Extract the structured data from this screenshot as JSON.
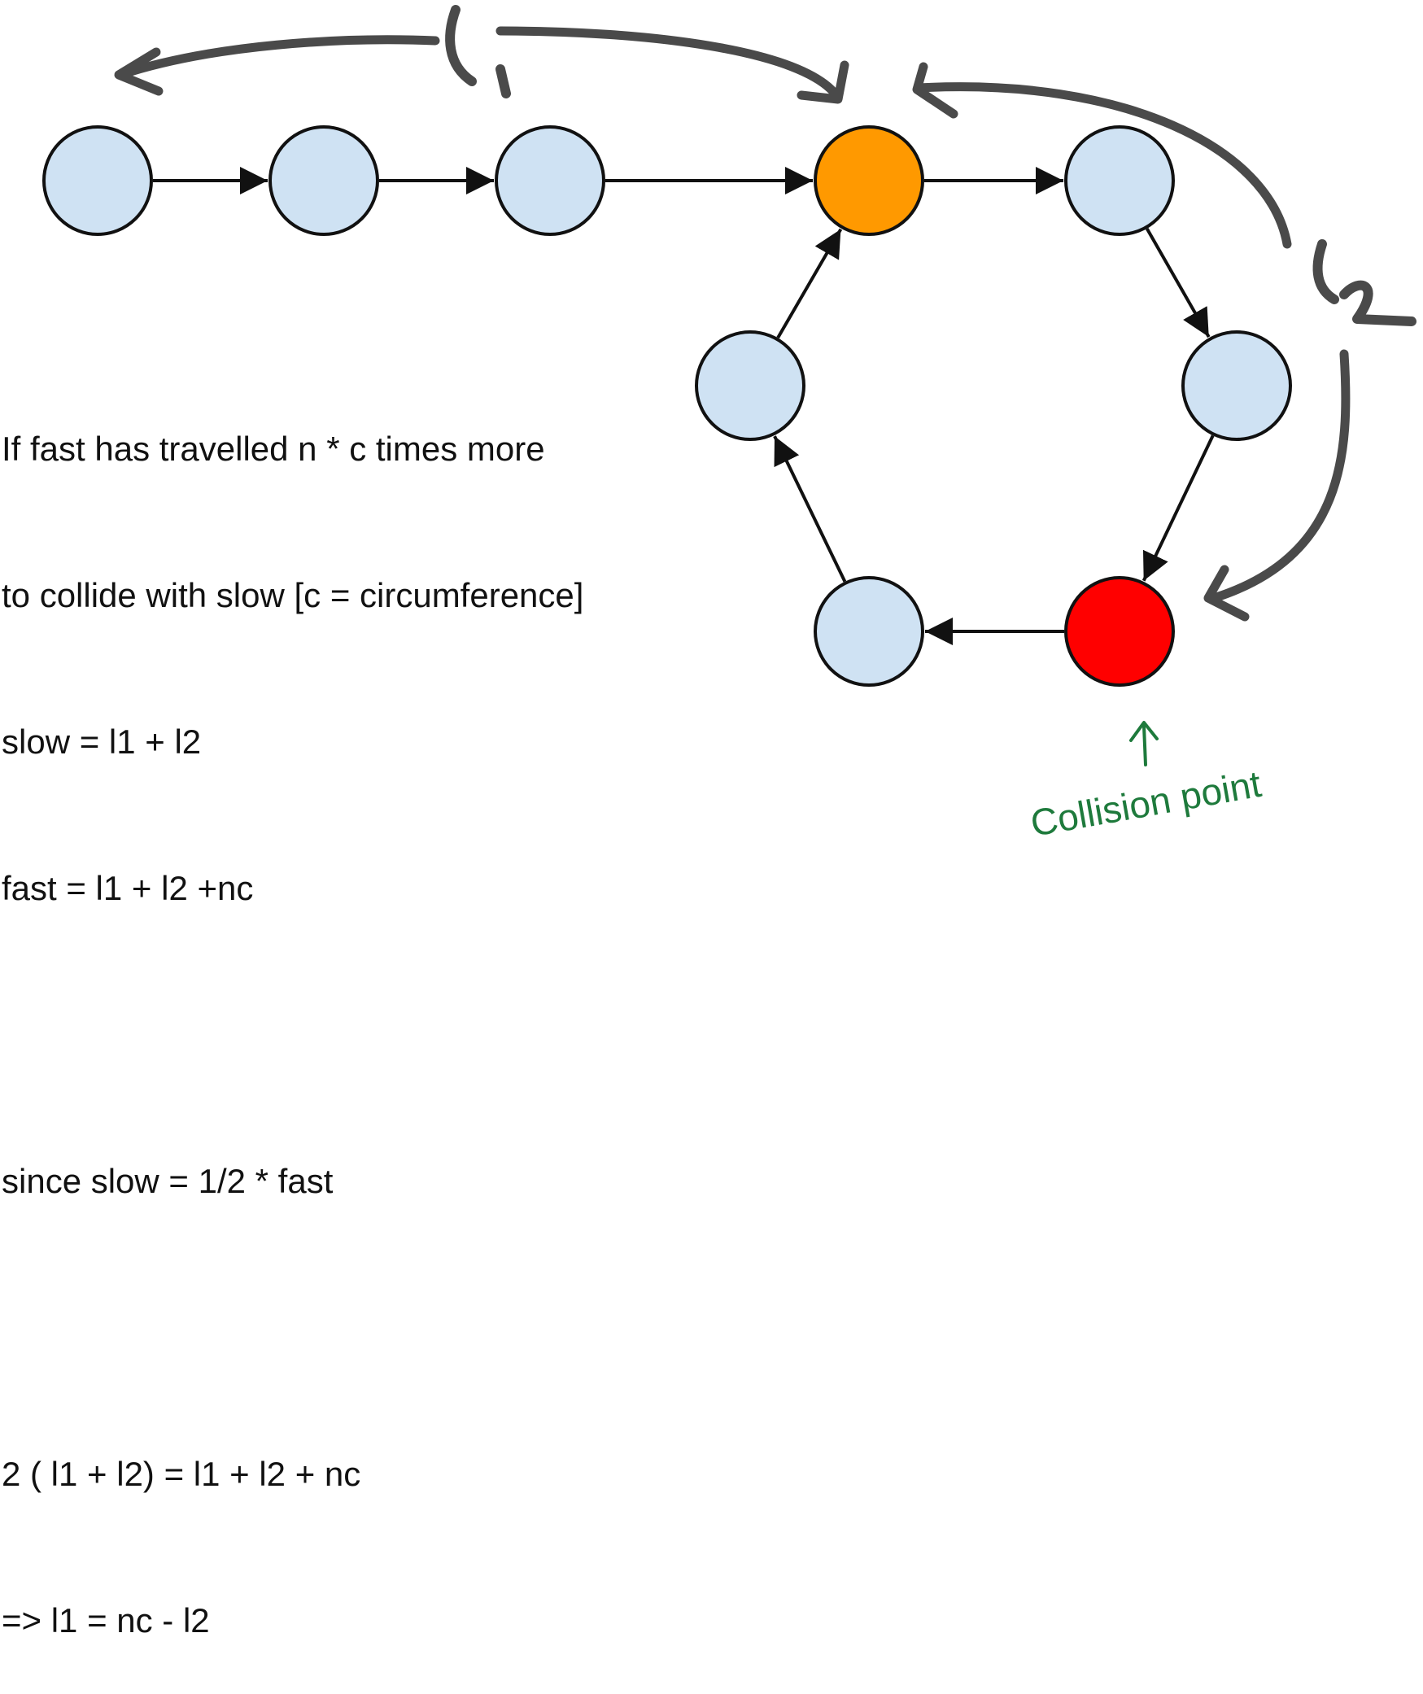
{
  "diagram": {
    "colors": {
      "node_default": "#cfe2f3",
      "node_cycle_start": "#ff9900",
      "node_collision": "#ff0000",
      "node_stroke": "#111111",
      "edge": "#111111",
      "annotation": "#4a4a4a",
      "collision_label": "#1e7a3c"
    },
    "nodes": [
      {
        "id": "n1",
        "role": "list"
      },
      {
        "id": "n2",
        "role": "list"
      },
      {
        "id": "n3",
        "role": "list"
      },
      {
        "id": "n4",
        "role": "cycle-start"
      },
      {
        "id": "n5",
        "role": "cycle"
      },
      {
        "id": "n6",
        "role": "cycle"
      },
      {
        "id": "n7",
        "role": "collision"
      },
      {
        "id": "n8",
        "role": "cycle"
      },
      {
        "id": "n9",
        "role": "cycle"
      }
    ],
    "edges": [
      [
        "n1",
        "n2"
      ],
      [
        "n2",
        "n3"
      ],
      [
        "n3",
        "n4"
      ],
      [
        "n4",
        "n5"
      ],
      [
        "n5",
        "n6"
      ],
      [
        "n6",
        "n7"
      ],
      [
        "n7",
        "n8"
      ],
      [
        "n8",
        "n9"
      ],
      [
        "n9",
        "n4"
      ]
    ],
    "annotations": {
      "l1": "l₁",
      "l2": "l₂",
      "collision": "Collision point"
    }
  },
  "explanation": {
    "lines": [
      "If fast has travelled n * c times more",
      "to collide with slow [c = circumference]",
      "slow = l1 + l2",
      "fast = l1 + l2 +nc",
      "",
      "since slow = 1/2 * fast",
      "",
      "2 ( l1 + l2) = l1 + l2 + nc",
      "=> l1 = nc - l2"
    ]
  }
}
